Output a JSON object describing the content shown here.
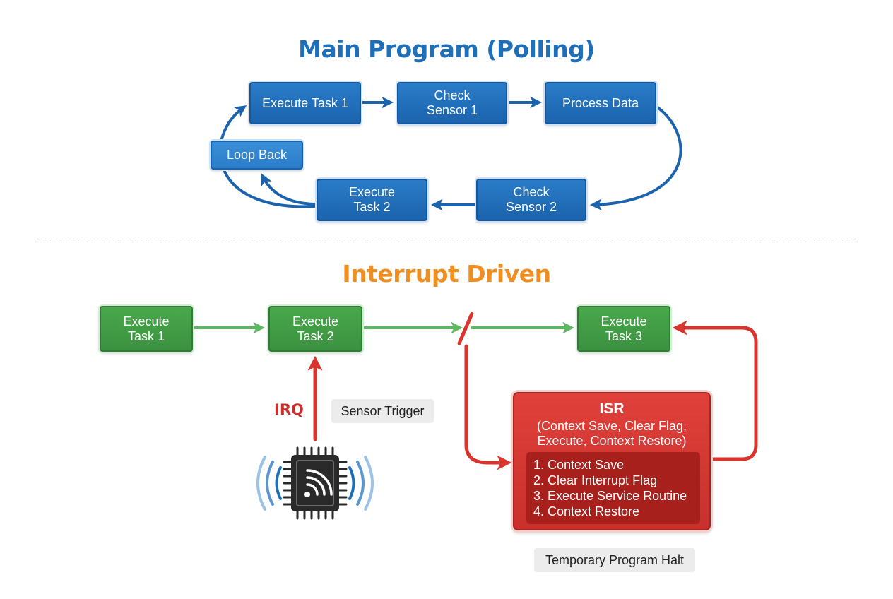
{
  "polling": {
    "title": "Main Program (Polling)",
    "nodes": {
      "execute_task_1": "Execute Task 1",
      "check_sensor_1": "Check\nSensor 1",
      "process_data": "Process Data",
      "check_sensor_2": "Check\nSensor 2",
      "execute_task_2": "Execute\nTask 2",
      "loop_back": "Loop Back"
    }
  },
  "interrupt": {
    "title": "Interrupt Driven",
    "nodes": {
      "execute_task_1": "Execute\nTask 1",
      "execute_task_2": "Execute\nTask 2",
      "execute_task_3": "Execute\nTask 3"
    },
    "irq_label": "IRQ",
    "sensor_trigger": "Sensor Trigger",
    "isr": {
      "title": "ISR",
      "subtitle": "(Context Save, Clear Flag,\nExecute, Context Restore)",
      "steps": [
        "1. Context Save",
        "2. Clear Interrupt Flag",
        "3. Execute Service Routine",
        "4. Context Restore"
      ]
    },
    "halt_label": "Temporary Program Halt"
  },
  "colors": {
    "polling_blue": "#1f6fb8",
    "interrupt_orange": "#ef8f22",
    "task_green": "#3b9140",
    "flow_green": "#5cb85f",
    "isr_red": "#c9302c",
    "chip_dark": "#2a2a2a"
  },
  "icons": [
    "chip-icon",
    "wireless-signal-icon",
    "interrupt-break-icon"
  ]
}
